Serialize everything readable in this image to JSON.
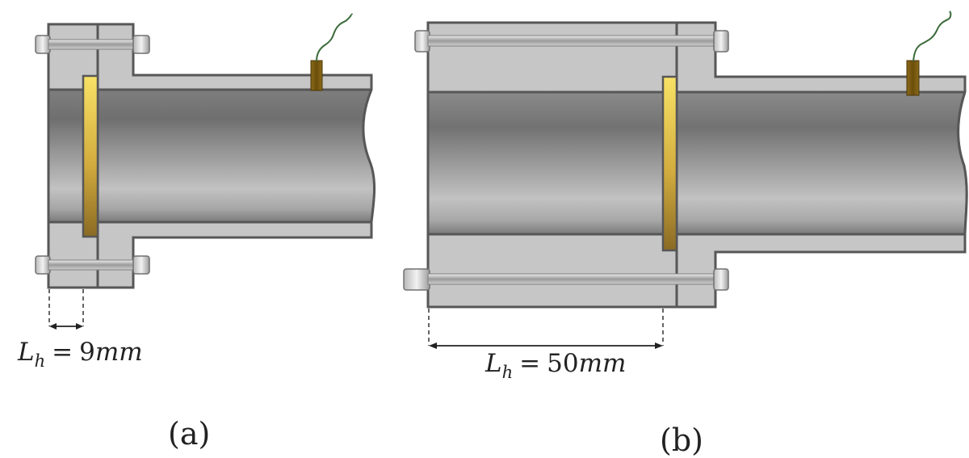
{
  "panels": [
    {
      "id": "a",
      "label": "(a)",
      "dimension": {
        "symbol": "L",
        "subscript": "h",
        "equals": "=",
        "value": "9",
        "unit": "mm"
      }
    },
    {
      "id": "b",
      "label": "(b)",
      "dimension": {
        "symbol": "L",
        "subscript": "h",
        "equals": "=",
        "value": "50",
        "unit": "mm"
      }
    }
  ],
  "colors": {
    "pipe_wall": "#c6c6c6",
    "outline": "#575757",
    "bore_dark": "#6f6f6f",
    "bore_light": "#c4c4c4",
    "insert_light": "#f7df5e",
    "insert_dark": "#8c6a22",
    "sensor": "#7a5a10",
    "wire": "#3b6b3a"
  }
}
